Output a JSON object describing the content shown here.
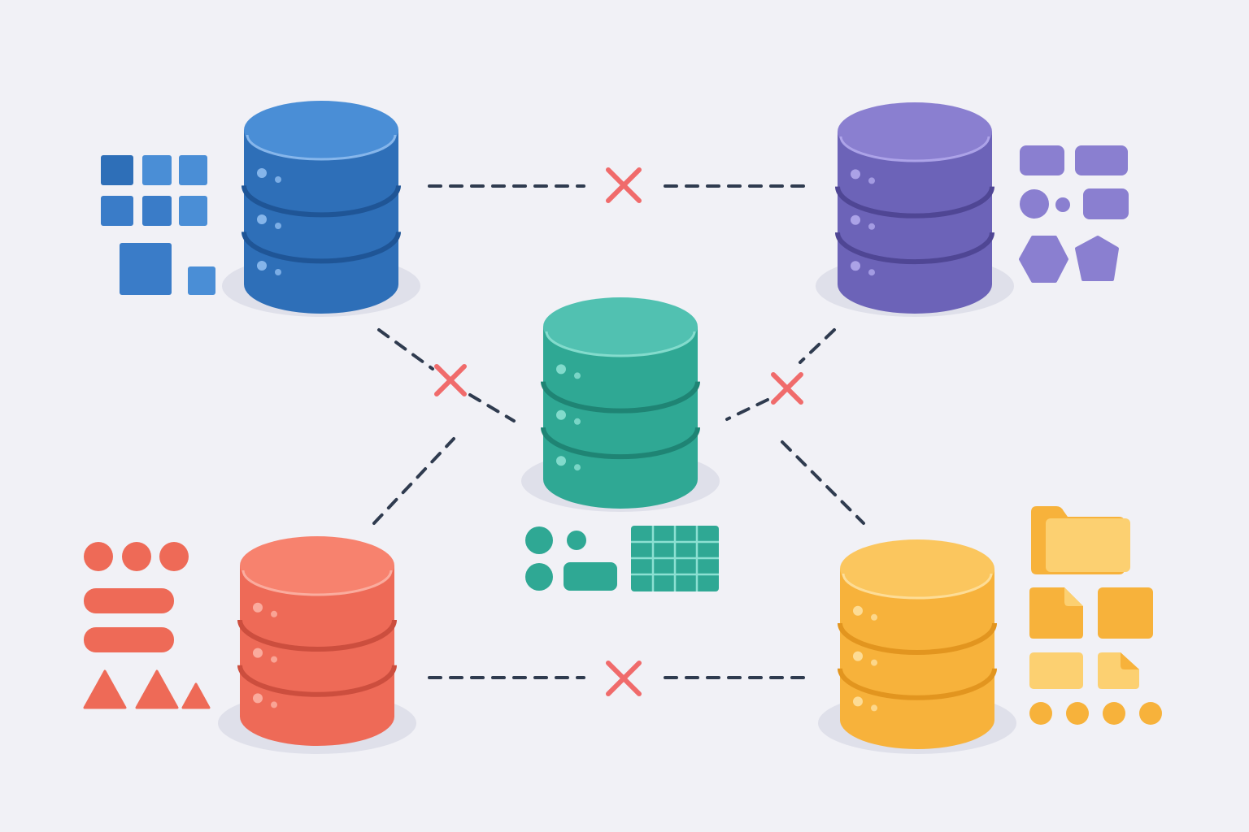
{
  "diagram": {
    "background": "#f1f1f6",
    "link_color": "#2f3b4f",
    "blocked_marker_color": "#f06b6b",
    "databases": [
      {
        "id": "db-blue",
        "palette": {
          "top": "#4a8ed6",
          "body": "#2e6fb8",
          "groove": "#1f5596",
          "highlight": "#8fbdf0"
        },
        "data_kind": "grid-blocks"
      },
      {
        "id": "db-purple",
        "palette": {
          "top": "#8a7fd0",
          "body": "#6c63b8",
          "groove": "#4f4694",
          "highlight": "#b2a9ec"
        },
        "data_kind": "mixed-shapes"
      },
      {
        "id": "db-teal",
        "palette": {
          "top": "#51c1b1",
          "body": "#2fa894",
          "groove": "#1f8474",
          "highlight": "#8ce0d2"
        },
        "data_kind": "table-and-dots"
      },
      {
        "id": "db-red",
        "palette": {
          "top": "#f7826e",
          "body": "#ee6a57",
          "groove": "#cc4e3e",
          "highlight": "#fbb3a5"
        },
        "data_kind": "rows-and-triangles"
      },
      {
        "id": "db-yellow",
        "palette": {
          "top": "#fbc65e",
          "body": "#f7b23b",
          "groove": "#e2951f",
          "highlight": "#fde0a0"
        },
        "data_kind": "files-and-folders"
      }
    ],
    "links": [
      {
        "from": "db-blue",
        "to": "db-purple",
        "blocked": true
      },
      {
        "from": "db-blue",
        "to": "db-teal",
        "blocked": true
      },
      {
        "from": "db-purple",
        "to": "db-teal",
        "blocked": true
      },
      {
        "from": "db-red",
        "to": "db-teal",
        "blocked": false
      },
      {
        "from": "db-yellow",
        "to": "db-teal",
        "blocked": false
      },
      {
        "from": "db-red",
        "to": "db-yellow",
        "blocked": true
      }
    ]
  }
}
